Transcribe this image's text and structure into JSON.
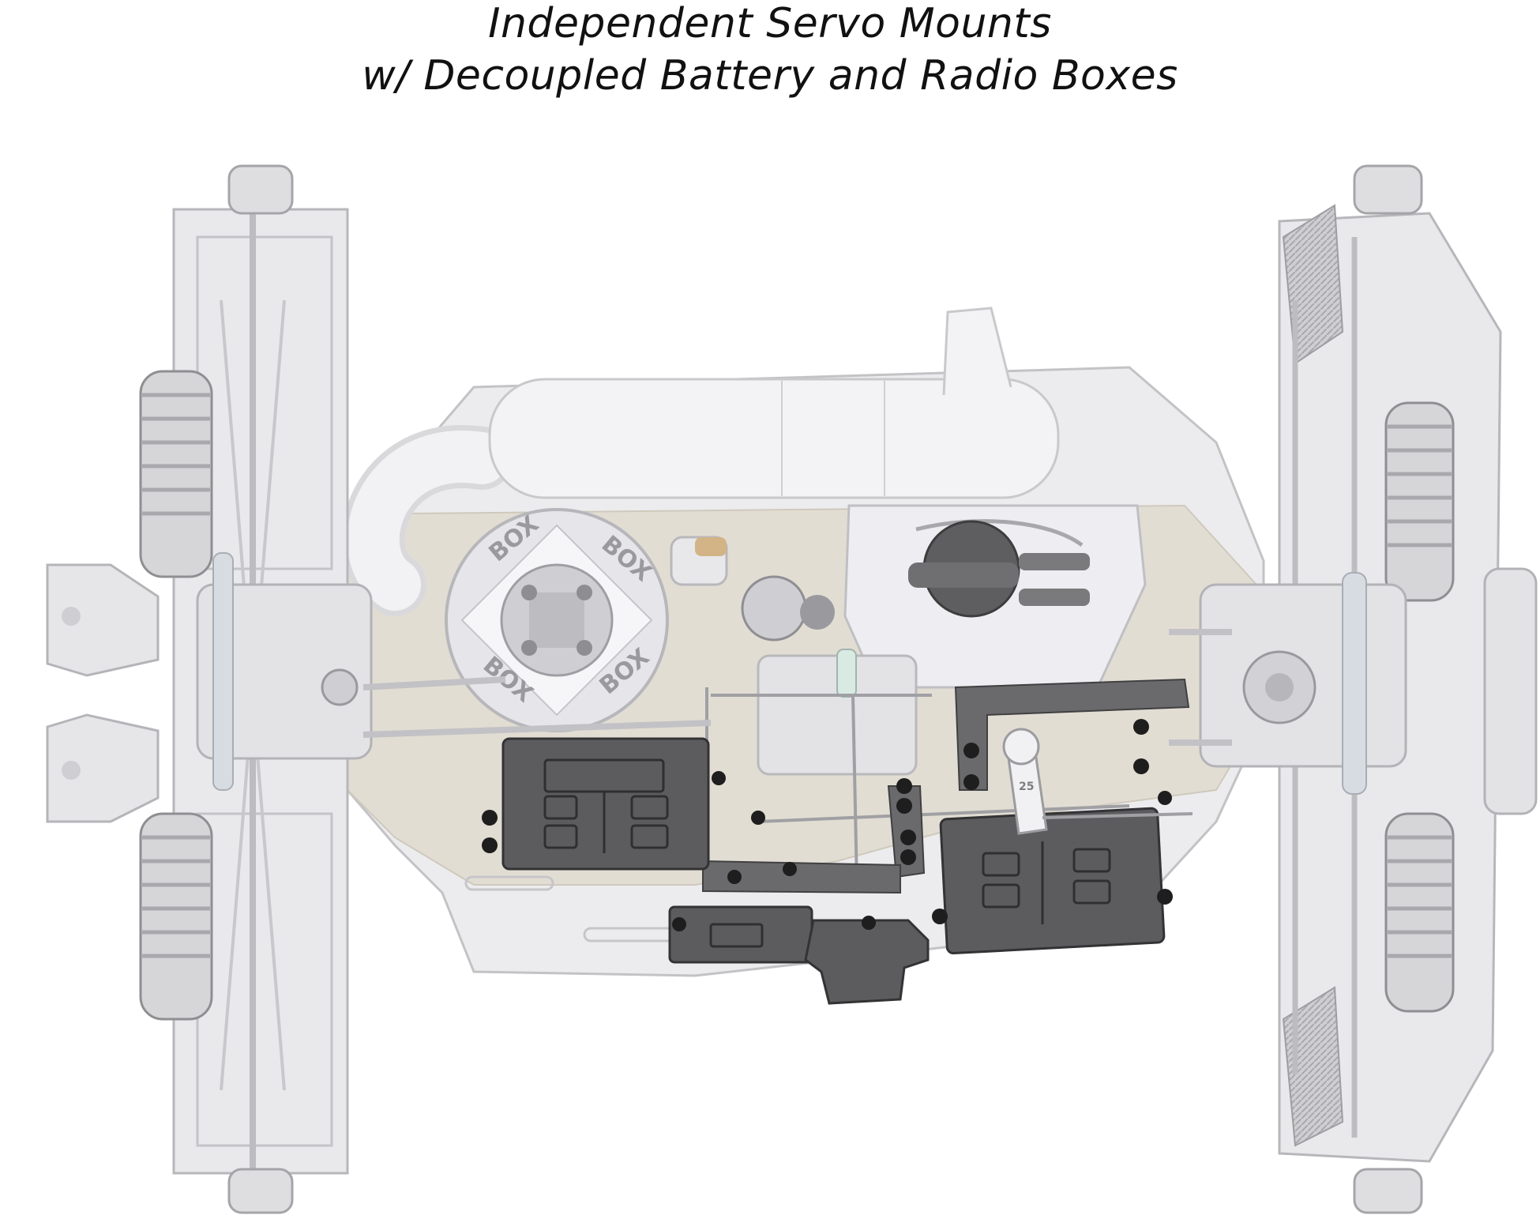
{
  "title_line_1": "Independent Servo Mounts",
  "title_line_2": "w/ Decoupled Battery and Radio Boxes",
  "flywheel_logo_text": "BOX",
  "servo_saver_label": "25",
  "colors": {
    "chassis_tan": "#e2ddd3",
    "part_light": "#e4e4e6",
    "part_stroke": "#b9b9bd",
    "part_dark": "#6a6a6c",
    "box_dark": "#5c5c5e",
    "screw_black": "#1e1e1e"
  }
}
